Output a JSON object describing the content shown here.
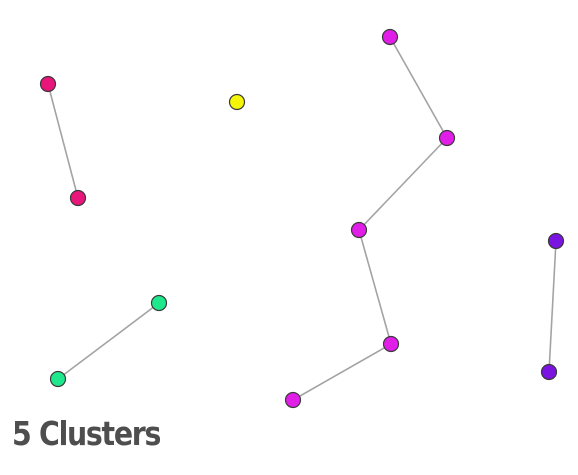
{
  "caption": "5 Clusters",
  "cluster_colors": {
    "crimson": "#e8157a",
    "yellow": "#f5f50a",
    "green": "#1fe88c",
    "magenta": "#e01ee8",
    "violet": "#7a14e0"
  },
  "nodes": [
    {
      "id": "n1",
      "cluster": "crimson"
    },
    {
      "id": "n2",
      "cluster": "crimson"
    },
    {
      "id": "n3",
      "cluster": "yellow"
    },
    {
      "id": "n4",
      "cluster": "green"
    },
    {
      "id": "n5",
      "cluster": "green"
    },
    {
      "id": "n6",
      "cluster": "magenta"
    },
    {
      "id": "n7",
      "cluster": "magenta"
    },
    {
      "id": "n8",
      "cluster": "magenta"
    },
    {
      "id": "n9",
      "cluster": "magenta"
    },
    {
      "id": "n10",
      "cluster": "magenta"
    },
    {
      "id": "n11",
      "cluster": "violet"
    },
    {
      "id": "n12",
      "cluster": "violet"
    }
  ],
  "edges": [
    {
      "source": "n1",
      "target": "n2"
    },
    {
      "source": "n4",
      "target": "n5"
    },
    {
      "source": "n6",
      "target": "n7"
    },
    {
      "source": "n7",
      "target": "n8"
    },
    {
      "source": "n8",
      "target": "n9"
    },
    {
      "source": "n9",
      "target": "n10"
    },
    {
      "source": "n11",
      "target": "n12"
    }
  ]
}
